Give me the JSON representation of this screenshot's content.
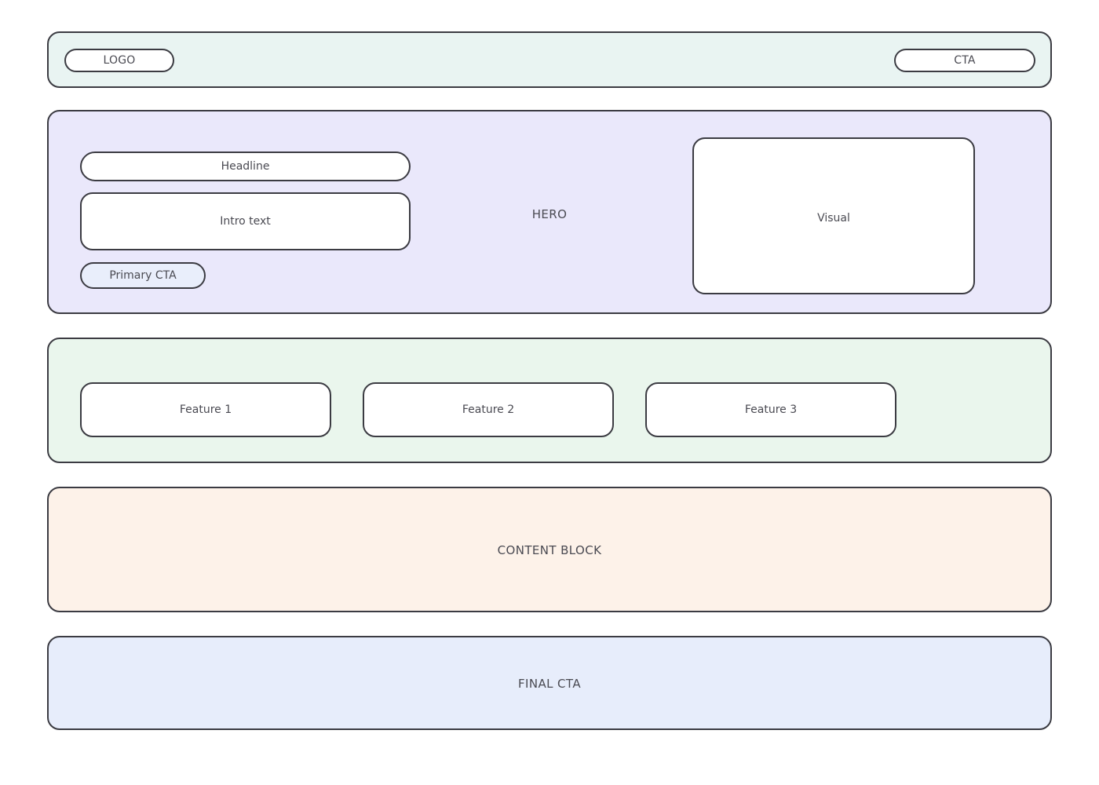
{
  "page": {
    "background": "#ffffff",
    "border_color": "#3b3b42",
    "text_color": "#4a4a52"
  },
  "header": {
    "background": "#e9f4f2",
    "logo_label": "LOGO",
    "cta_label": "CTA"
  },
  "hero": {
    "background": "#eae8fb",
    "section_label": "HERO",
    "headline_label": "Headline",
    "intro_label": "Intro text",
    "primary_cta_label": "Primary CTA",
    "primary_cta_background": "#e9eefb",
    "visual_label": "Visual"
  },
  "features": {
    "background": "#eaf6ed",
    "cards": [
      {
        "label": "Feature 1"
      },
      {
        "label": "Feature 2"
      },
      {
        "label": "Feature 3"
      }
    ]
  },
  "content_block": {
    "background": "#fdf2e9",
    "label": "CONTENT BLOCK"
  },
  "final_cta": {
    "background": "#e7edfb",
    "label": "FINAL CTA"
  }
}
